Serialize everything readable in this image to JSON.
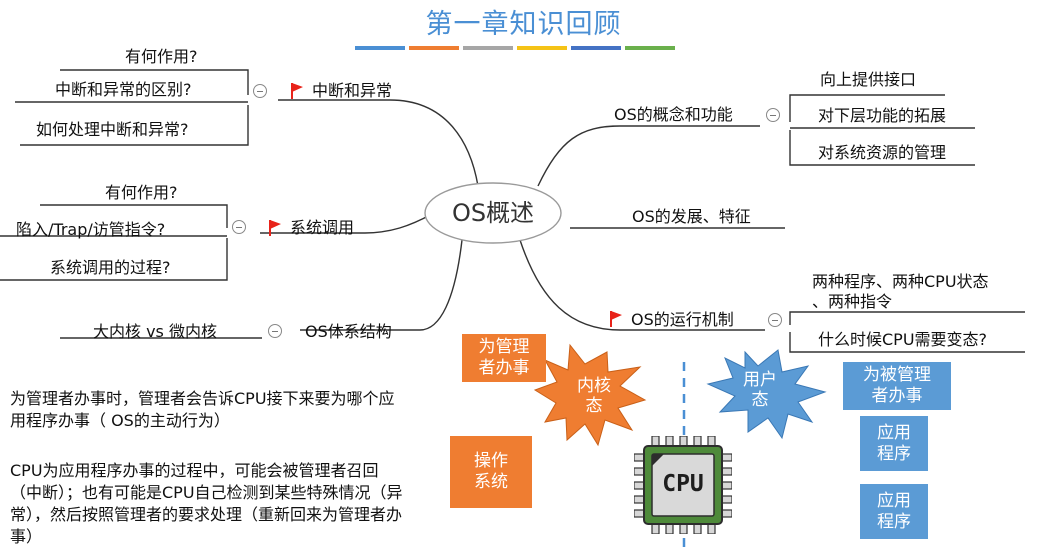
{
  "title": "第一章知识回顾",
  "accent_bars": [
    "#4a8fd4",
    "#ef7d31",
    "#a6a6a6",
    "#f5c316",
    "#4472c4",
    "#6ab04c"
  ],
  "center": "OS概述",
  "branches": {
    "interrupt": {
      "label": "中断和异常",
      "children": [
        "有何作用?",
        "中断和异常的区别?",
        "如何处理中断和异常?"
      ]
    },
    "syscall": {
      "label": "系统调用",
      "children": [
        "有何作用?",
        "陷入/Trap/访管指令?",
        "系统调用的过程?"
      ]
    },
    "arch": {
      "label": "OS体系结构",
      "children": [
        "大内核 vs 微内核"
      ]
    },
    "concept": {
      "label": "OS的概念和功能",
      "children": [
        "向上提供接口",
        "对下层功能的拓展",
        "对系统资源的管理"
      ]
    },
    "develop": {
      "label": "OS的发展、特征"
    },
    "mechanism": {
      "label": "OS的运行机制",
      "children": [
        "两种程序、两种CPU状态\n、两种指令",
        "什么时候CPU需要变态?"
      ]
    }
  },
  "illustration": {
    "for_manager": "为管理\n者办事",
    "kernel_state": "内核\n态",
    "user_state": "用户\n态",
    "for_managed": "为被管理\n者办事",
    "os_box": "操作\n系统",
    "app1": "应用\n程序",
    "app2": "应用\n程序",
    "cpu_label": "CPU"
  },
  "notes": {
    "note1": "为管理者办事时，管理者会告诉CPU接下来要为哪个应用程序办事（ OS的主动行为）",
    "note2": "CPU为应用程序办事的过程中，可能会被管理者召回（中断）；也有可能是CPU自己检测到某些特殊情况（异常），然后按照管理者的要求处理（重新回来为管理者办事）"
  },
  "colors": {
    "orange": "#ef7d31",
    "blue": "#5b9bd5",
    "flag_red": "#e8231a",
    "cpu_green": "#4e8a3a"
  }
}
